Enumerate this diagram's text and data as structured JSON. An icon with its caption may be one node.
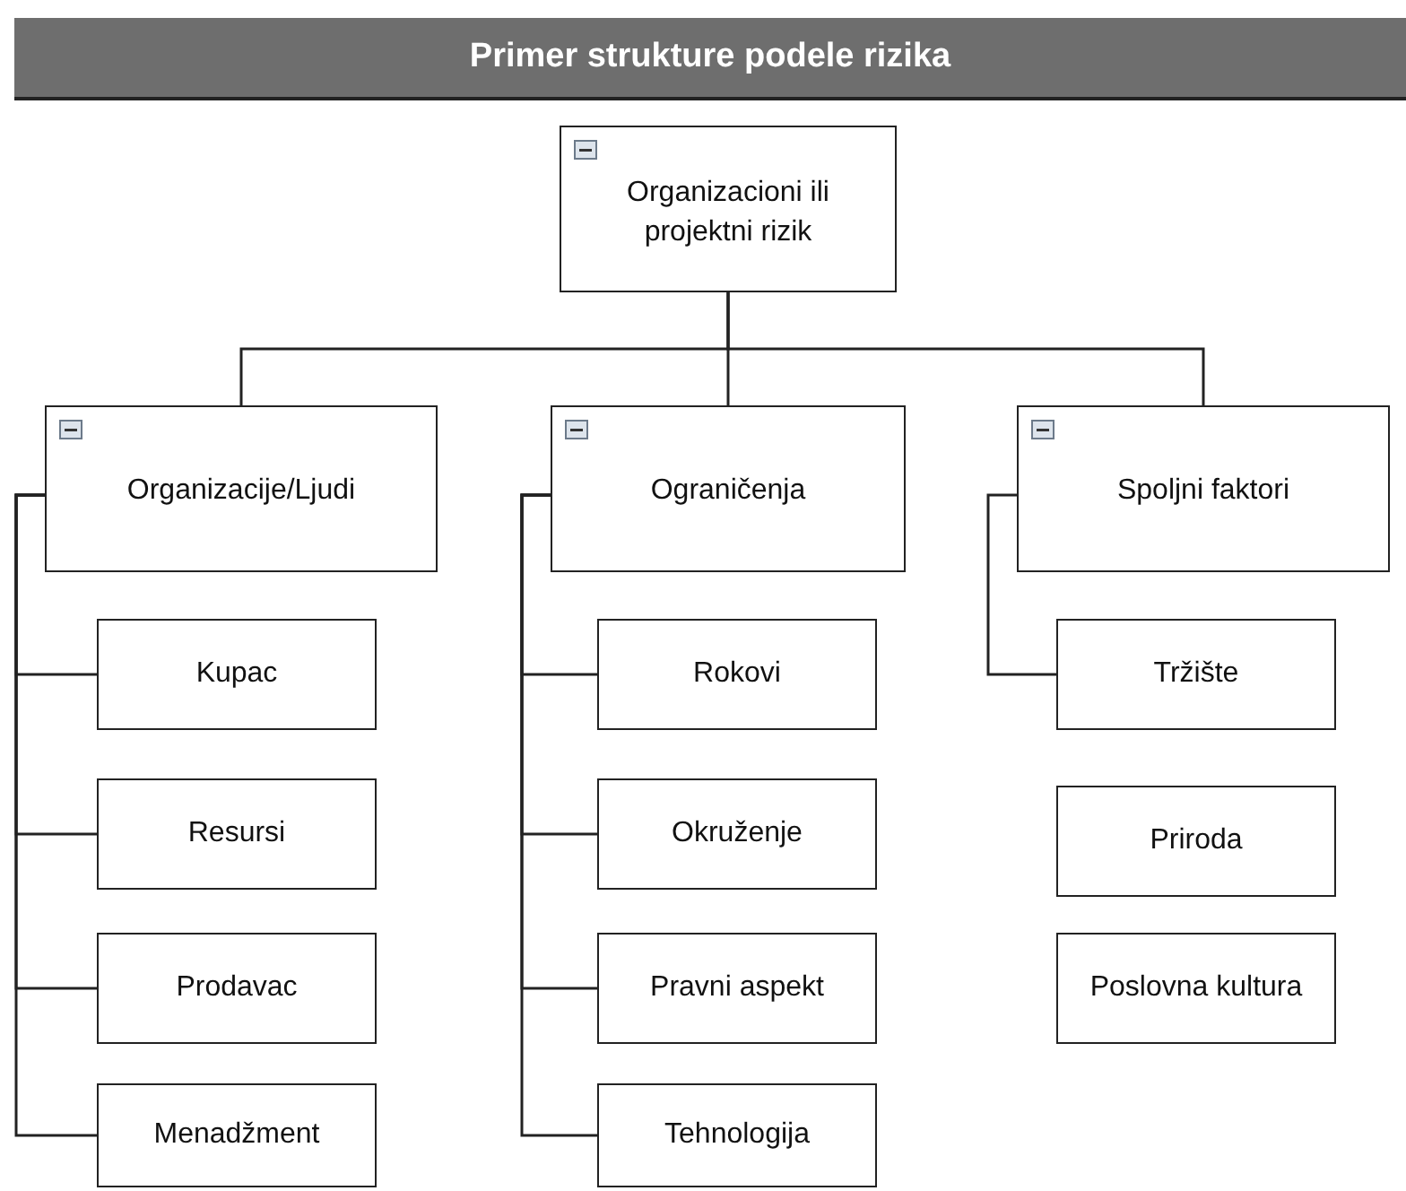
{
  "diagram": {
    "title": "Primer strukture podele rizika",
    "nodes": [
      {
        "text": [
          "Organizacioni ili projektni rizik"
        ]
      },
      {
        "text": [
          "Organizacije/Ljudi"
        ]
      },
      {
        "text": [
          "Ograničenja"
        ]
      },
      {
        "text": [
          "Spoljni faktori"
        ]
      },
      {
        "text": [
          "Kupac"
        ]
      },
      {
        "text": [
          "Resursi"
        ]
      },
      {
        "text": [
          "Prodavac"
        ]
      },
      {
        "text": [
          "Menadžment"
        ]
      },
      {
        "text": [
          "Rokovi"
        ]
      },
      {
        "text": [
          "Okruženje"
        ]
      },
      {
        "text": [
          "Pravni aspekt"
        ]
      },
      {
        "text": [
          "Tehnologija"
        ]
      },
      {
        "text": [
          "Tržište"
        ]
      },
      {
        "text": [
          "Priroda"
        ]
      },
      {
        "text": [
          "Poslovna kultura"
        ]
      }
    ],
    "edges": [
      {
        "from": 0,
        "to": 1,
        "arrow": "none"
      },
      {
        "from": 0,
        "to": 2,
        "arrow": "none"
      },
      {
        "from": 0,
        "to": 3,
        "arrow": "none"
      },
      {
        "from": 1,
        "to": 4,
        "arrow": "none"
      },
      {
        "from": 1,
        "to": 5,
        "arrow": "none"
      },
      {
        "from": 1,
        "to": 6,
        "arrow": "none"
      },
      {
        "from": 1,
        "to": 7,
        "arrow": "none"
      },
      {
        "from": 2,
        "to": 8,
        "arrow": "none"
      },
      {
        "from": 2,
        "to": 9,
        "arrow": "none"
      },
      {
        "from": 2,
        "to": 10,
        "arrow": "none"
      },
      {
        "from": 2,
        "to": 11,
        "arrow": "none"
      },
      {
        "from": 3,
        "to": 12,
        "arrow": "none"
      }
    ]
  }
}
